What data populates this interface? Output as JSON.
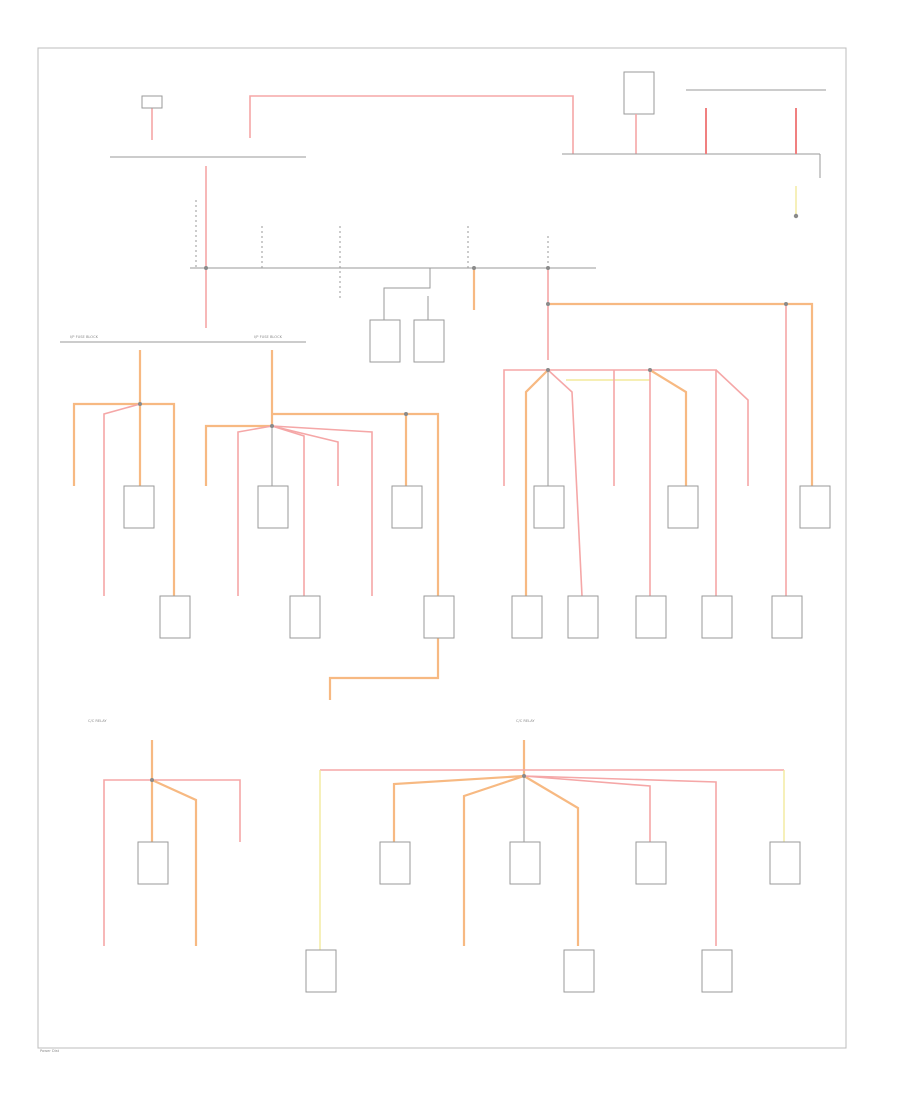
{
  "diagram": {
    "corner_label": "Power Dist",
    "labels": {
      "left_group_1": "I/P FUSE BLOCK",
      "left_group_2": "I/P FUSE BLOCK",
      "bottom_group_1": "C/C RELAY",
      "bottom_group_2": "C/C RELAY"
    }
  },
  "colors": {
    "pink": "#f5a7a7",
    "red": "#f08080",
    "orange": "#f7b982",
    "yellow": "#f3ea9c",
    "line": "#9a9a9a"
  }
}
